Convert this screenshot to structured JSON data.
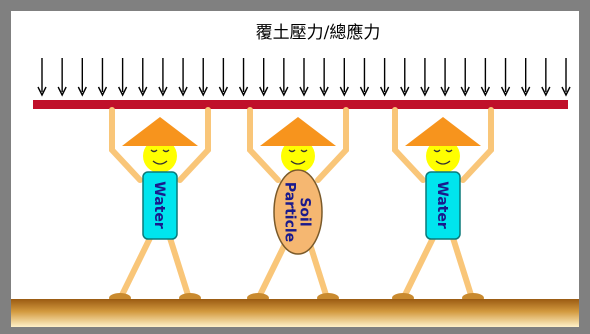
{
  "title": "覆土壓力/總應力",
  "arrow_count": 27,
  "figures": [
    {
      "label_lines": [
        "Water"
      ],
      "body_shape": "rectangle",
      "body_color": "#00e5ee"
    },
    {
      "label_lines": [
        "Soil",
        "Particle"
      ],
      "body_shape": "ellipse",
      "body_color": "#f5b771"
    },
    {
      "label_lines": [
        "Water"
      ],
      "body_shape": "rectangle",
      "body_color": "#00e5ee"
    }
  ],
  "colors": {
    "frame": "#808080",
    "panel": "#ffffff",
    "beam": "#c0102a",
    "hat": "#f7941d",
    "face": "#ffff00",
    "limbs": "#f9c679",
    "feet": "#c98a2f",
    "ground_top": "#9a5a12",
    "ground_bottom": "#fff1c8",
    "label": "#1a1a8c"
  }
}
